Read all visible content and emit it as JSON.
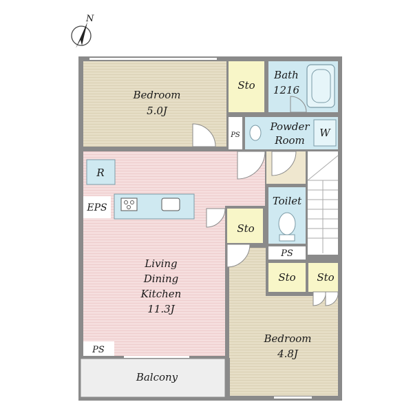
{
  "compass": {
    "north_label": "N"
  },
  "rooms": {
    "bedroom_north": {
      "name": "Bedroom",
      "size": "5.0J"
    },
    "storage_north": "Sto",
    "bath": {
      "name": "Bath",
      "size": "1216"
    },
    "powder_room": {
      "line1": "Powder",
      "line2": "Room"
    },
    "washer": "W",
    "ps_hall": "PS",
    "refrigerator": "R",
    "eps": "EPS",
    "toilet": "Toilet",
    "storage_hall": "Sto",
    "ps_toilet": "PS",
    "ldk": {
      "line1": "Living",
      "line2": "Dining",
      "line3": "Kitchen",
      "size": "11.3J"
    },
    "storage_center": "Sto",
    "storage_right": "Sto",
    "bedroom_south": {
      "name": "Bedroom",
      "size": "4.8J"
    },
    "ps_ldk": "PS",
    "balcony": "Balcony"
  },
  "colors": {
    "bedroom_floor": "#e4dcc4",
    "ldk_floor": "#f4d8d8",
    "wet_area": "#cfe9f1",
    "storage": "#f8f6c8",
    "stairs": "#ffffff",
    "balcony": "#eeeeee",
    "wall": "#8a8a8a"
  }
}
